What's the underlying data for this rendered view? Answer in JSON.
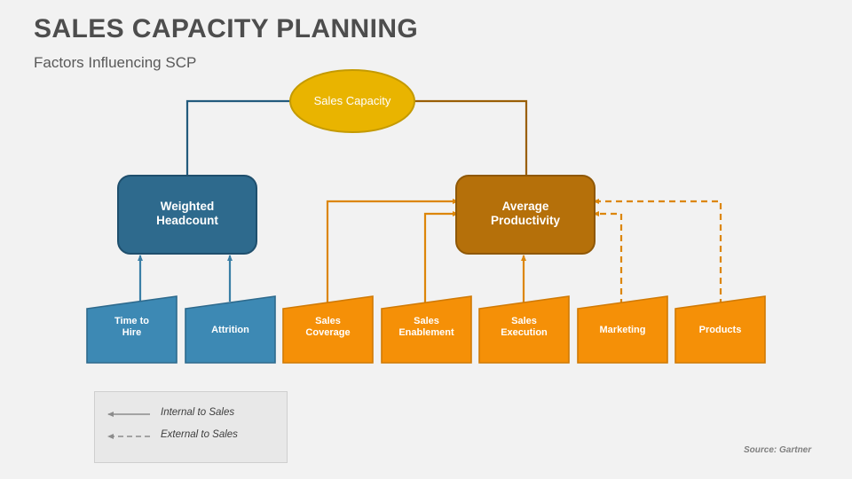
{
  "slide": {
    "title": "SALES CAPACITY PLANNING",
    "subtitle": "Factors Influencing SCP",
    "source": "Source: Gartner",
    "background_color": "#f2f2f2"
  },
  "colors": {
    "ellipse_fill": "#e9b400",
    "ellipse_stroke": "#c49a00",
    "blue_dark_fill": "#2e6a8d",
    "blue_dark_stroke": "#1f4f6d",
    "blue_light_fill": "#3d89b4",
    "blue_light_stroke": "#2e6a8d",
    "orange_dark_fill": "#b5700a",
    "orange_dark_stroke": "#8f5807",
    "orange_bright_fill": "#f59007",
    "orange_bright_stroke": "#d07a05",
    "connector_blue": "#235b7d",
    "connector_brown": "#9a5f06",
    "connector_orange": "#e08a0a",
    "legend_gray": "#8c8c8c",
    "title_gray": "#4d4d4d",
    "source_gray": "#808080"
  },
  "nodes": {
    "capacity": {
      "label": "Sales Capacity",
      "shape": "ellipse"
    },
    "headcount": {
      "label_line1": "Weighted",
      "label_line2": "Headcount",
      "shape": "rounded-rect"
    },
    "productivity": {
      "label_line1": "Average",
      "label_line2": "Productivity",
      "shape": "rounded-rect"
    }
  },
  "drivers": [
    {
      "id": "time-to-hire",
      "label_line1": "Time to",
      "label_line2": "Hire",
      "group": "internal",
      "color": "blue",
      "connector": "solid"
    },
    {
      "id": "attrition",
      "label_line1": "Attrition",
      "label_line2": "",
      "group": "internal",
      "color": "blue",
      "connector": "solid"
    },
    {
      "id": "sales-coverage",
      "label_line1": "Sales",
      "label_line2": "Coverage",
      "group": "internal",
      "color": "orange",
      "connector": "solid"
    },
    {
      "id": "sales-enablement",
      "label_line1": "Sales",
      "label_line2": "Enablement",
      "group": "internal",
      "color": "orange",
      "connector": "solid"
    },
    {
      "id": "sales-execution",
      "label_line1": "Sales",
      "label_line2": "Execution",
      "group": "internal",
      "color": "orange",
      "connector": "solid"
    },
    {
      "id": "marketing",
      "label_line1": "Marketing",
      "label_line2": "",
      "group": "external",
      "color": "orange",
      "connector": "dashed"
    },
    {
      "id": "products",
      "label_line1": "Products",
      "label_line2": "",
      "group": "external",
      "color": "orange",
      "connector": "dashed"
    }
  ],
  "legend": {
    "items": [
      {
        "label": "Internal to Sales",
        "style": "solid"
      },
      {
        "label": "External to Sales",
        "style": "dashed"
      }
    ]
  }
}
